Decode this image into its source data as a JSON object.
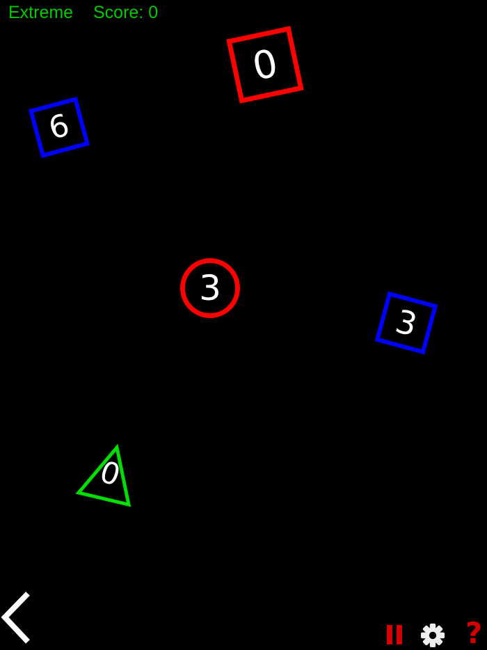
{
  "hud": {
    "difficulty": "Extreme",
    "score": "Score: 0",
    "text_color": "#00CC00"
  },
  "shapes": [
    {
      "name": "red-square",
      "type": "square",
      "value": "0",
      "stroke_color": "#FF0000"
    },
    {
      "name": "blue-square-left",
      "type": "square",
      "value": "6",
      "stroke_color": "#0000FF"
    },
    {
      "name": "red-circle",
      "type": "circle",
      "value": "3",
      "stroke_color": "#FF0000"
    },
    {
      "name": "blue-square-right",
      "type": "square",
      "value": "3",
      "stroke_color": "#0000FF"
    },
    {
      "name": "green-triangle",
      "type": "triangle",
      "value": "0",
      "stroke_color": "#00DD00"
    }
  ],
  "controls": {
    "back_icon": "chevron-left",
    "pause_icon": "pause-bars",
    "settings_icon": "gear",
    "help_label": "?",
    "icon_red": "#D40000",
    "gear_color": "#EFEFEF",
    "back_color": "#FFFFFF"
  },
  "colors": {
    "background": "#000000",
    "number_color": "#FFFFFF"
  }
}
